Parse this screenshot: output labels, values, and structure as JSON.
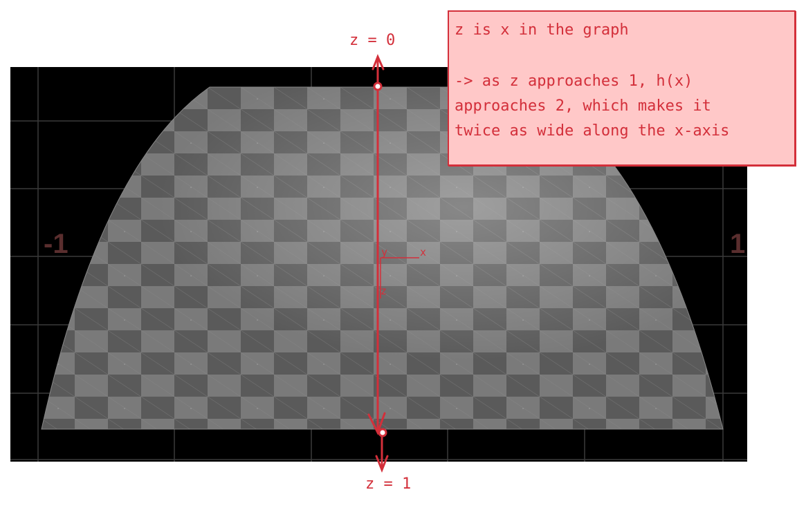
{
  "viewport": {
    "left_label": "-1",
    "right_label": "1",
    "background": "#000000",
    "mesh_color": "#6e6e6e"
  },
  "annotations": {
    "top_label": "z = 0",
    "bottom_label": "z = 1",
    "axis_x": "x",
    "axis_y": "y",
    "axis_z": "z",
    "color": "#d32f3a"
  },
  "note": {
    "line1": "z is x in the graph",
    "line2": "-> as z approaches 1, h(x)",
    "line3": "approaches 2, which makes it",
    "line4": "twice as wide along the x-axis",
    "background": "#ffc8c8"
  }
}
